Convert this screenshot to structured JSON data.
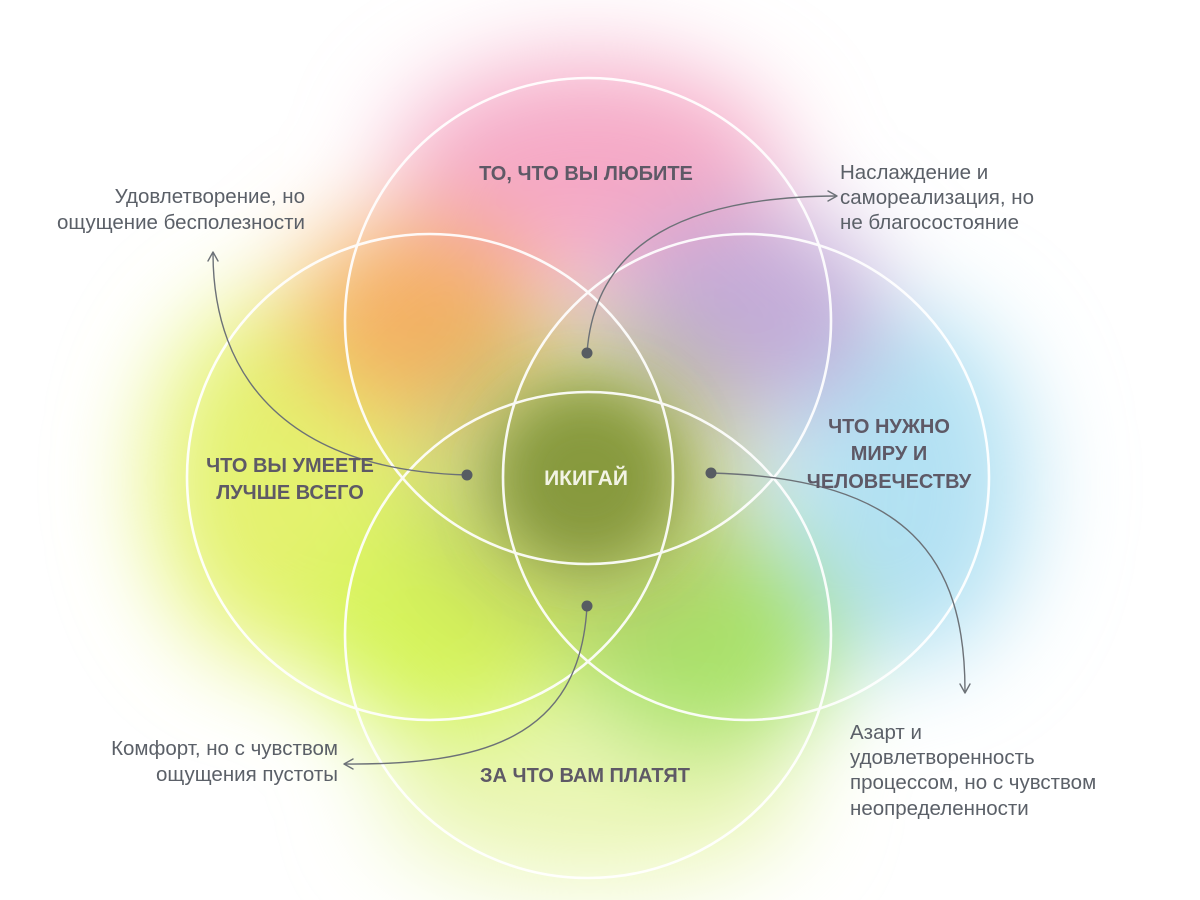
{
  "ikigai": {
    "center": "ИКИГАЙ",
    "love": [
      "ТО, ЧТО ВЫ ЛЮБИТЕ"
    ],
    "good_at": [
      "ЧТО ВЫ УМЕЕТЕ",
      "ЛУЧШЕ ВСЕГО"
    ],
    "world_needs": [
      "ЧТО НУЖНО",
      "МИРУ И",
      "ЧЕЛОВЕЧЕСТВУ"
    ],
    "paid_for": [
      "ЗА ЧТО ВАМ ПЛАТЯТ"
    ]
  },
  "annotations": {
    "love_and_good_at": [
      "Удовлетворение, но",
      "ощущение бесполезности"
    ],
    "love_and_world_needs": [
      "Наслаждение и",
      "самореализация, но",
      "не благосостояние"
    ],
    "good_at_and_paid_for": [
      "Комфорт, но с чувством",
      "ощущения пустоты"
    ],
    "world_needs_and_paid_for": [
      "Азарт и",
      "удовлетворенность",
      "процессом, но с чувством",
      "неопределенности"
    ]
  },
  "colors": {
    "background": "#ffffff",
    "label_text": "#5e5966",
    "center_text": "#f2f3e4",
    "annotation_text": "#5b6068",
    "circle_outline": "#ffffff",
    "arrow": "#6c7177",
    "dot": "#575c62",
    "glow": {
      "pink": "#f5a9c6",
      "orange": "#f4b064",
      "lavender": "#c3abd8",
      "yellow": "#e4f270",
      "sky": "#b2e1f3",
      "lime": "#d6f45a",
      "green": "#a9e26a",
      "pale": "#eaf6b4",
      "olive_ring": "#b5c064",
      "core": "#879a3c"
    }
  }
}
